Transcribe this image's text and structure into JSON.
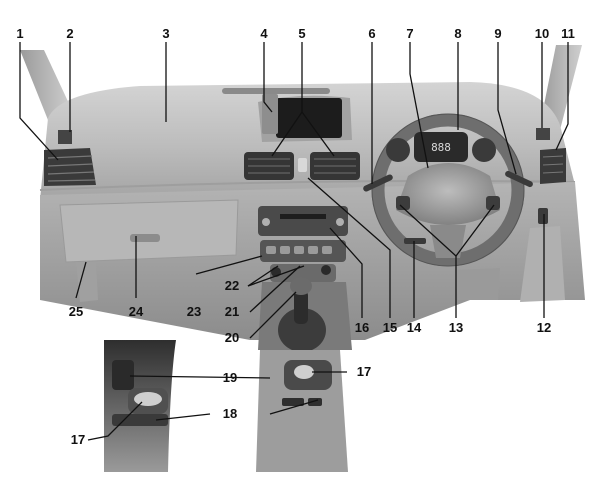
{
  "callouts": {
    "n1": "1",
    "n2": "2",
    "n3": "3",
    "n4": "4",
    "n5": "5",
    "n6": "6",
    "n7": "7",
    "n8": "8",
    "n9": "9",
    "n10": "10",
    "n11": "11",
    "n12": "12",
    "n13": "13",
    "n14": "14",
    "n15": "15",
    "n16": "16",
    "n17a": "17",
    "n17b": "17",
    "n18": "18",
    "n19": "19",
    "n20": "20",
    "n21": "21",
    "n22": "22",
    "n23": "23",
    "n24": "24",
    "n25": "25"
  },
  "cluster": {
    "digits": "888"
  },
  "colors": {
    "dash_top": "#c8c8c8",
    "dash_mid": "#b2b2b2",
    "dash_low": "#9a9a9a",
    "dark_trim": "#3a3a3a",
    "screen": "#1c1c1c"
  }
}
